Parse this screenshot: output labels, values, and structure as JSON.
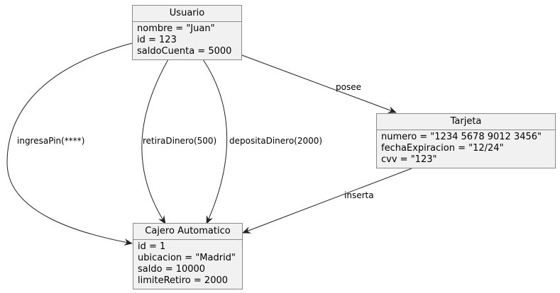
{
  "objects": {
    "usuario": {
      "name": "Usuario",
      "attributes": [
        "nombre = \"Juan\"",
        "id = 123",
        "saldoCuenta = 5000"
      ]
    },
    "tarjeta": {
      "name": "Tarjeta",
      "attributes": [
        "numero = \"1234 5678 9012 3456\"",
        "fechaExpiracion = \"12/24\"",
        "cvv = \"123\""
      ]
    },
    "cajero": {
      "name": "Cajero Automatico",
      "attributes": [
        "id = 1",
        "ubicacion = \"Madrid\"",
        "saldo = 10000",
        "limiteRetiro = 2000"
      ]
    }
  },
  "links": {
    "posee": "posee",
    "inserta": "inserta",
    "ingresaPin": "ingresaPin(****)",
    "retiraDinero": "retiraDinero(500)",
    "depositaDinero": "depositaDinero(2000)"
  },
  "colors": {
    "box_fill": "#f1f1f1",
    "box_border": "#8a8a8a",
    "edge": "#222222"
  }
}
